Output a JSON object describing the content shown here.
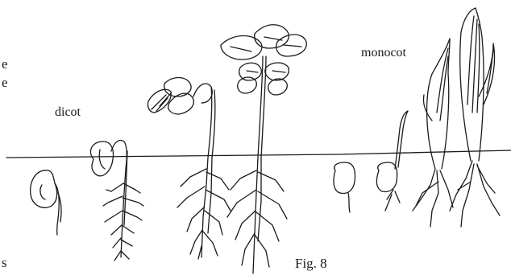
{
  "labels": {
    "dicot": "dicot",
    "monocot": "monocot",
    "figure": "Fig. 8"
  },
  "edge_fragments": [
    "e",
    "e",
    "s"
  ],
  "colors": {
    "ink": "#1a1a1a",
    "background": "#ffffff"
  }
}
